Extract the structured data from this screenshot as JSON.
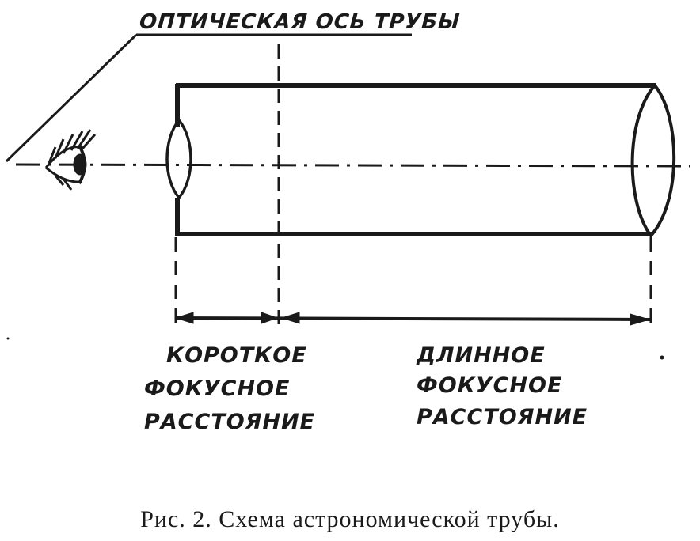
{
  "axis_label": "ОПТИЧЕСКАЯ ОСЬ ТРУБЫ",
  "short_focal": {
    "line1": "КОРОТКОЕ",
    "line2": "ФОКУСНОЕ",
    "line3": "РАССТОЯНИЕ"
  },
  "long_focal": {
    "line1": "ДЛИННОЕ",
    "line2": "ФОКУСНОЕ",
    "line3": "РАССТОЯНИЕ"
  },
  "caption": "Рис. 2. Схема астрономической трубы.",
  "colors": {
    "ink": "#1a1a1a",
    "paper": "#ffffff"
  },
  "icons": [
    "eye-icon",
    "eyepiece-lens-icon",
    "objective-lens-icon"
  ]
}
